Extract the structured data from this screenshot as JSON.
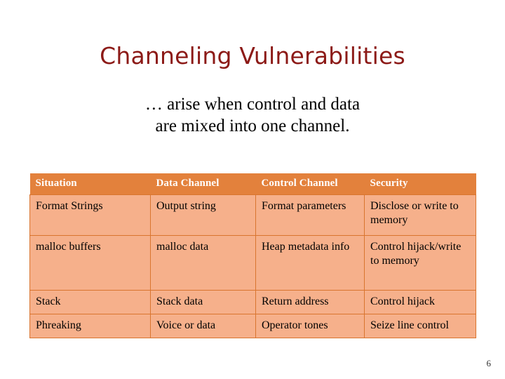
{
  "slide": {
    "title": "Channeling Vulnerabilities",
    "subtitle_lines": [
      "… arise when control and data",
      "are mixed into one channel."
    ],
    "page_number": "6",
    "colors": {
      "title": "#8C1A17",
      "header_bg": "#E3813C",
      "header_text": "#FFFFFF",
      "row_bg": "#F6B08B",
      "border": "#D9752F",
      "body_text": "#000000",
      "background": "#FFFFFF"
    }
  },
  "table": {
    "columns": [
      "Situation",
      "Data Channel",
      "Control Channel",
      "Security"
    ],
    "rows": [
      {
        "situation": "Format Strings",
        "data_channel": "Output string",
        "control_channel": "Format parameters",
        "security": "Disclose or write to memory"
      },
      {
        "situation": "malloc buffers",
        "data_channel": "malloc data",
        "control_channel": "Heap metadata info",
        "security": "Control hijack/write to memory"
      },
      {
        "situation": "Stack",
        "data_channel": "Stack data",
        "control_channel": "Return address",
        "security": "Control hijack"
      },
      {
        "situation": "Phreaking",
        "data_channel": "Voice or data",
        "control_channel": "Operator tones",
        "security": "Seize line control"
      }
    ]
  }
}
